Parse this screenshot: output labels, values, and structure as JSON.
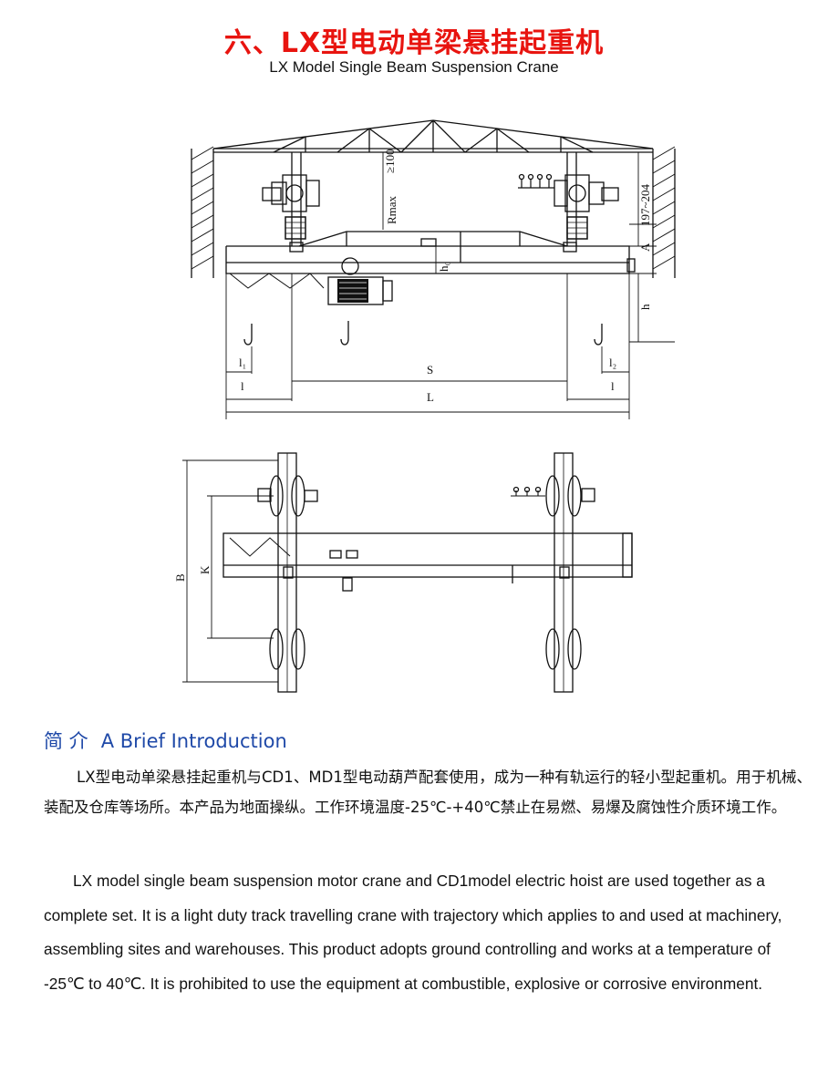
{
  "header": {
    "title": "六、LX型电动单梁悬挂起重机",
    "subtitle": "LX Model Single Beam Suspension Crane"
  },
  "drawing_labels": {
    "gap_min": "≥100",
    "rmax": "Rmax",
    "rail_gap": "197~204",
    "a": "A",
    "h0": "h₀",
    "h": "h",
    "l1": "l₁",
    "l2": "l₂",
    "l_left": "l",
    "l_right": "l",
    "s": "S",
    "span": "L",
    "b": "B",
    "k": "K"
  },
  "intro": {
    "heading_cn": "简  介",
    "heading_en": "A Brief Introduction",
    "paragraph_cn": "LX型电动单梁悬挂起重机与CD1、MD1型电动葫芦配套使用，成为一种有轨运行的轻小型起重机。用于机械、装配及仓库等场所。本产品为地面操纵。工作环境温度-25℃-+40℃禁止在易燃、易爆及腐蚀性介质环境工作。",
    "paragraph_en": "LX  model single beam suspension motor crane and CD1model electric hoist are used together as a complete set. It is a light duty track travelling crane with trajectory which applies to and used at machinery, assembling sites and warehouses. This product adopts ground controlling and works at a temperature of -25℃ to 40℃. It is prohibited to use the equipment at combustible, explosive or corrosive environment."
  }
}
